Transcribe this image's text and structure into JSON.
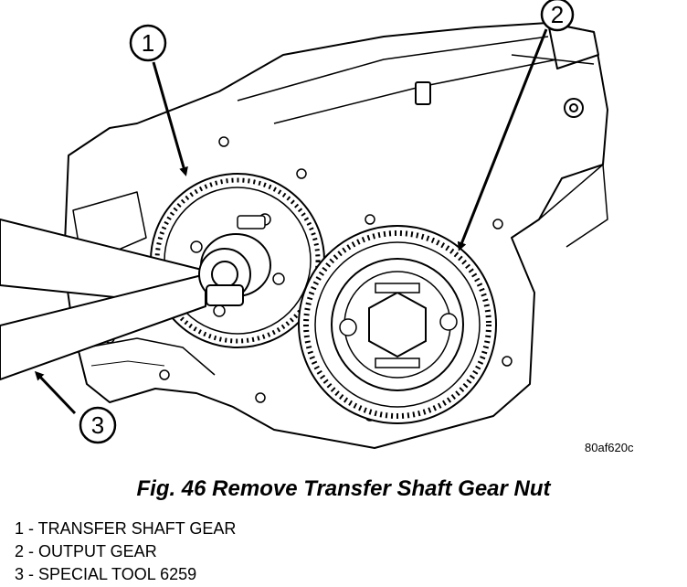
{
  "figure": {
    "figure_id": "80af620c",
    "caption": "Fig. 46 Remove Transfer Shaft Gear Nut",
    "callouts": [
      "1",
      "2",
      "3"
    ],
    "legend": [
      "1 - TRANSFER SHAFT GEAR",
      "2 - OUTPUT GEAR",
      "3 - SPECIAL TOOL 6259"
    ],
    "colors": {
      "ink": "#000000",
      "paper": "#ffffff"
    }
  }
}
